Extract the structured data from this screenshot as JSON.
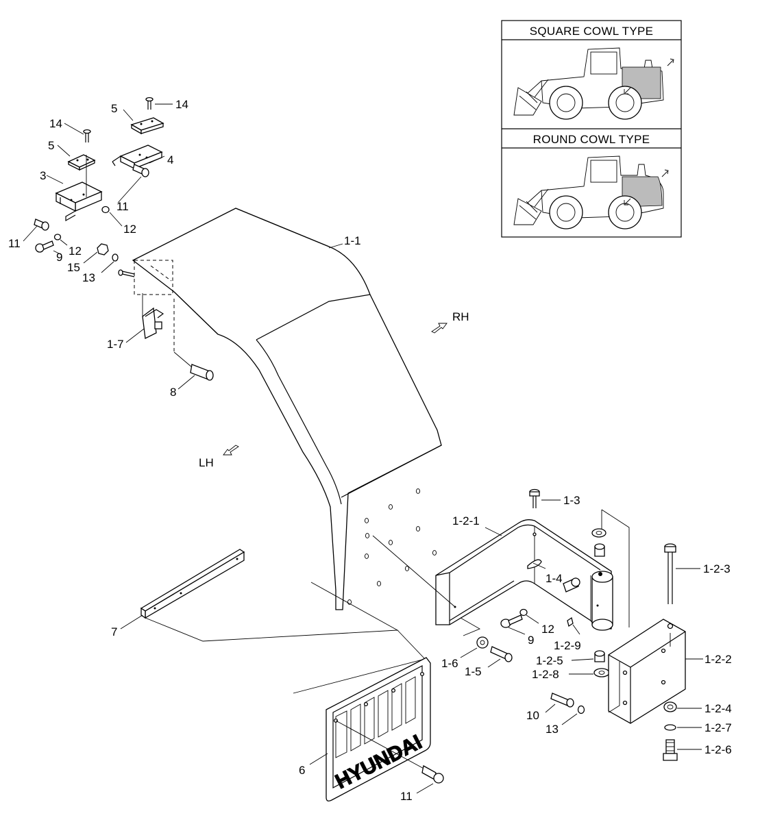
{
  "inset": {
    "square_title": "SQUARE COWL TYPE",
    "round_title": "ROUND COWL TYPE"
  },
  "directions": {
    "rh": "RH",
    "lh": "LH"
  },
  "mudflap_brand": "HYUNDAI",
  "callouts": {
    "c14a": "14",
    "c5a": "5",
    "c14b": "14",
    "c5b": "5",
    "c4": "4",
    "c3": "3",
    "c11a": "11",
    "c12a": "12",
    "c11b": "11",
    "c12b": "12",
    "c9a": "9",
    "c15": "15",
    "c13a": "13",
    "c1_1": "1-1",
    "c1_7": "1-7",
    "c8": "8",
    "c7": "7",
    "c1_3": "1-3",
    "c1_2_1": "1-2-1",
    "c1_4": "1-4",
    "c1_2_3": "1-2-3",
    "c12c": "12",
    "c9b": "9",
    "c1_2_9": "1-2-9",
    "c1_6": "1-6",
    "c1_5": "1-5",
    "c1_2_5": "1-2-5",
    "c1_2_8": "1-2-8",
    "c1_2_2": "1-2-2",
    "c10": "10",
    "c13b": "13",
    "c1_2_4": "1-2-4",
    "c1_2_7": "1-2-7",
    "c1_2_6": "1-2-6",
    "c6": "6",
    "c11c": "11"
  }
}
